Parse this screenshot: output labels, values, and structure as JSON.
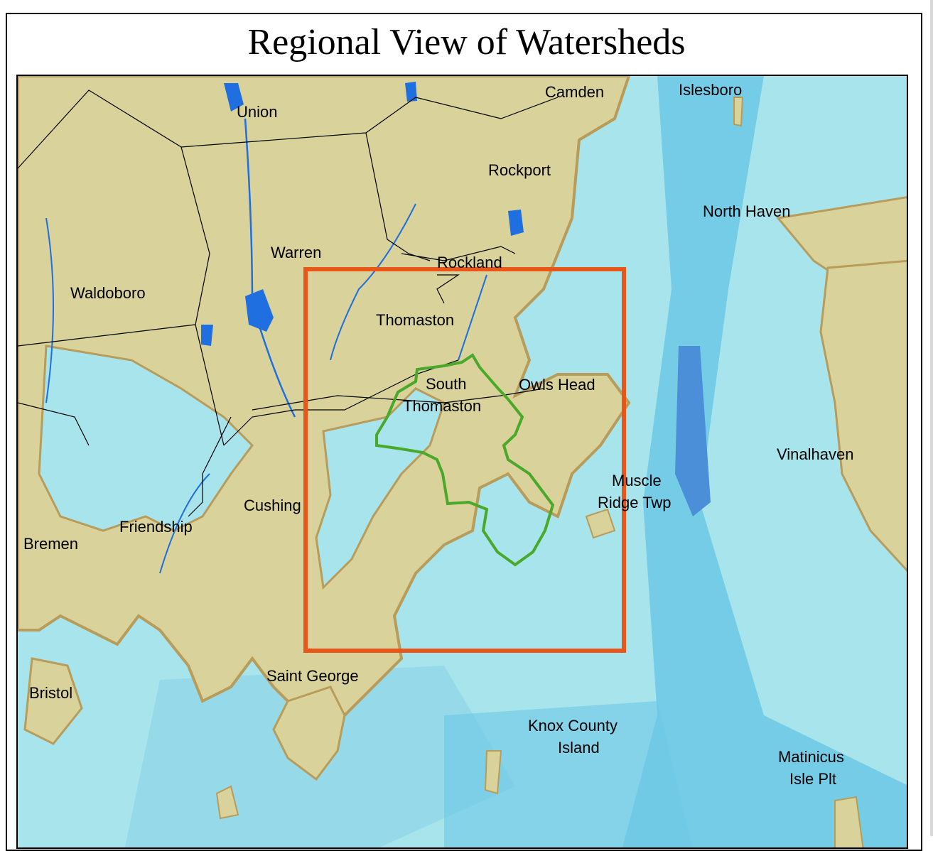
{
  "title": "Regional View of Watersheds",
  "colors": {
    "land": "#d9d29a",
    "land_outline": "#b89c5a",
    "shore_highlight": "#f2e06a",
    "water_shallow": "#a8e4ec",
    "water_mid": "#6cc8e6",
    "water_deep": "#4a8fd8",
    "lakes": "#1f6fe0",
    "town_boundary": "#000000",
    "study_area_box": "#e8561a",
    "watershed_outline": "#4aa82a"
  },
  "places": {
    "camden": "Camden",
    "islesboro": "Islesboro",
    "union": "Union",
    "rockport": "Rockport",
    "north_haven": "North Haven",
    "warren": "Warren",
    "rockland": "Rockland",
    "waldoboro": "Waldoboro",
    "thomaston": "Thomaston",
    "south_thomaston_1": "South",
    "south_thomaston_2": "Thomaston",
    "owls_head": "Owls Head",
    "vinalhaven": "Vinalhaven",
    "muscle_ridge_1": "Muscle",
    "muscle_ridge_2": "Ridge Twp",
    "cushing": "Cushing",
    "friendship": "Friendship",
    "bremen": "Bremen",
    "saint_george": "Saint George",
    "bristol": "Bristol",
    "knox_county_1": "Knox County",
    "knox_county_2": "Island",
    "matinicus_1": "Matinicus",
    "matinicus_2": "Isle Plt"
  }
}
